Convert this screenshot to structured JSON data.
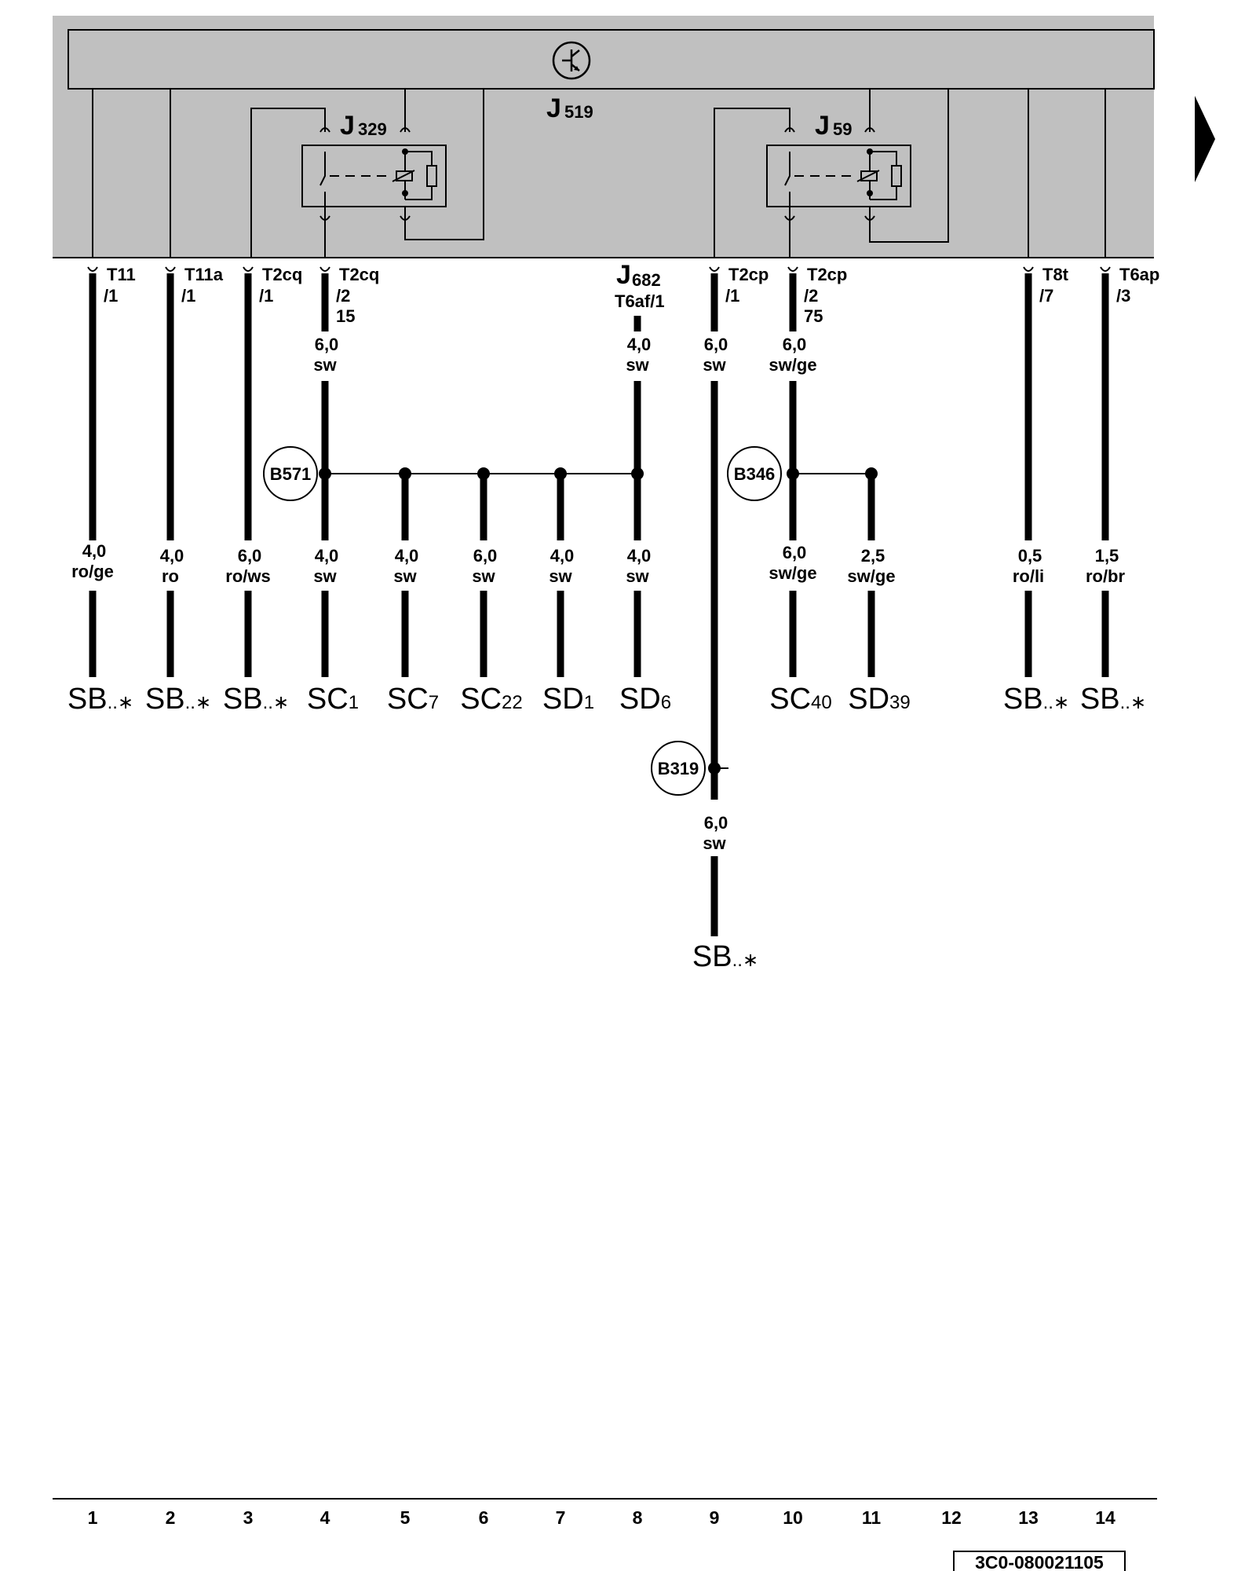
{
  "unit": {
    "name": "J519",
    "name_letter": "J",
    "name_number": "519",
    "symbol": "transistor-icon"
  },
  "relays": [
    {
      "letter": "J",
      "number": "329"
    },
    {
      "letter": "J",
      "number": "59"
    }
  ],
  "connectors": [
    {
      "col": 1,
      "line1": "T11",
      "line2": "/1"
    },
    {
      "col": 2,
      "line1": "T11a",
      "line2": "/1"
    },
    {
      "col": 3,
      "line1": "T2cq",
      "line2": "/1"
    },
    {
      "col": 4,
      "line1": "T2cq",
      "line2": "/2",
      "line3": "15"
    },
    {
      "col": 9,
      "line1": "T2cp",
      "line2": "/1"
    },
    {
      "col": 10,
      "line1": "T2cp",
      "line2": "/2",
      "line3": "75"
    },
    {
      "col": 13,
      "line1": "T8t",
      "line2": "/7"
    },
    {
      "col": 14,
      "line1": "T6ap",
      "line2": "/3"
    }
  ],
  "external_unit": {
    "letter": "J",
    "number": "682",
    "pin": "T6af/1"
  },
  "upper_wires": [
    {
      "col": 4,
      "size": "6,0",
      "color": "sw"
    },
    {
      "col": 8,
      "size": "4,0",
      "color": "sw"
    },
    {
      "col": 9,
      "size": "6,0",
      "color": "sw"
    },
    {
      "col": 10,
      "size": "6,0",
      "color": "sw/ge"
    }
  ],
  "splices": [
    {
      "id": "B571"
    },
    {
      "id": "B346"
    },
    {
      "id": "B319"
    }
  ],
  "lower_wires": [
    {
      "col": 1,
      "size": "4,0",
      "color": "ro/ge"
    },
    {
      "col": 2,
      "size": "4,0",
      "color": "ro"
    },
    {
      "col": 3,
      "size": "6,0",
      "color": "ro/ws"
    },
    {
      "col": 4,
      "size": "4,0",
      "color": "sw"
    },
    {
      "col": 5,
      "size": "4,0",
      "color": "sw"
    },
    {
      "col": 6,
      "size": "6,0",
      "color": "sw"
    },
    {
      "col": 7,
      "size": "4,0",
      "color": "sw"
    },
    {
      "col": 8,
      "size": "4,0",
      "color": "sw"
    },
    {
      "col": 10,
      "size": "6,0",
      "color": "sw/ge"
    },
    {
      "col": 11,
      "size": "2,5",
      "color": "sw/ge"
    },
    {
      "col": 13,
      "size": "0,5",
      "color": "ro/li"
    },
    {
      "col": 14,
      "size": "1,5",
      "color": "ro/br"
    }
  ],
  "destinations": [
    {
      "col": 1,
      "main": "SB",
      "sub": "..∗"
    },
    {
      "col": 2,
      "main": "SB",
      "sub": "..∗"
    },
    {
      "col": 3,
      "main": "SB",
      "sub": "..∗"
    },
    {
      "col": 4,
      "main": "SC",
      "sub": "1"
    },
    {
      "col": 5,
      "main": "SC",
      "sub": "7"
    },
    {
      "col": 6,
      "main": "SC",
      "sub": "22"
    },
    {
      "col": 7,
      "main": "SD",
      "sub": "1"
    },
    {
      "col": 8,
      "main": "SD",
      "sub": "6"
    },
    {
      "col": 10,
      "main": "SC",
      "sub": "40"
    },
    {
      "col": 11,
      "main": "SD",
      "sub": "39"
    },
    {
      "col": 13,
      "main": "SB",
      "sub": "..∗"
    },
    {
      "col": 14,
      "main": "SB",
      "sub": "..∗"
    }
  ],
  "wire_col9_lower": {
    "size": "6,0",
    "color": "sw"
  },
  "dest_col9": {
    "main": "SB",
    "sub": "..∗"
  },
  "column_numbers": [
    "1",
    "2",
    "3",
    "4",
    "5",
    "6",
    "7",
    "8",
    "9",
    "10",
    "11",
    "12",
    "13",
    "14"
  ],
  "document_ref": "3C0-080021105",
  "next_page_arrow": "triangle-right-icon",
  "colors": {
    "unit_fill": "#c0c0c0",
    "line": "#000000"
  }
}
